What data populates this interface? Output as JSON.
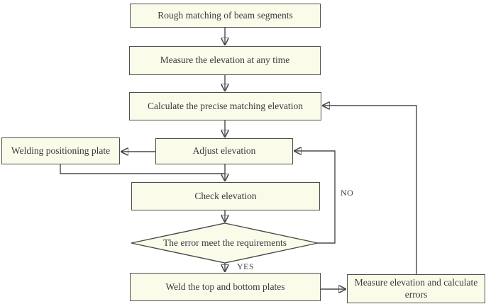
{
  "diagram": {
    "type": "flowchart",
    "title": "Beam segment matching / welding process flowchart",
    "colors": {
      "background": "#ffffff",
      "node_fill": "#fbfbe9",
      "node_border": "#4f4f4f",
      "edge_line": "#4a4a4a",
      "text": "#3a3a42"
    },
    "nodes": {
      "rough": {
        "label": "Rough matching of beam segments",
        "shape": "rect"
      },
      "measure": {
        "label": "Measure the elevation at any time",
        "shape": "rect"
      },
      "calculate": {
        "label": "Calculate the precise matching elevation",
        "shape": "rect"
      },
      "welding": {
        "label": "Welding positioning plate",
        "shape": "rect"
      },
      "adjust": {
        "label": "Adjust elevation",
        "shape": "rect"
      },
      "check": {
        "label": "Check elevation",
        "shape": "rect"
      },
      "decision": {
        "label": "The error meet the requirements",
        "shape": "diamond"
      },
      "weld": {
        "label": "Weld the top and bottom plates",
        "shape": "rect"
      },
      "measure_errors": {
        "label": "Measure elevation and calculate errors",
        "shape": "rect"
      }
    },
    "edge_labels": {
      "yes": "YES",
      "no": "NO"
    },
    "edges": [
      {
        "from": "rough",
        "to": "measure",
        "label": ""
      },
      {
        "from": "measure",
        "to": "calculate",
        "label": ""
      },
      {
        "from": "calculate",
        "to": "adjust",
        "label": ""
      },
      {
        "from": "adjust",
        "to": "welding",
        "label": ""
      },
      {
        "from": "adjust",
        "to": "check",
        "label": ""
      },
      {
        "from": "welding",
        "to": "check",
        "label": ""
      },
      {
        "from": "check",
        "to": "decision",
        "label": ""
      },
      {
        "from": "decision",
        "to": "weld",
        "label": "YES"
      },
      {
        "from": "decision",
        "to": "adjust",
        "label": "NO"
      },
      {
        "from": "weld",
        "to": "measure_errors",
        "label": ""
      },
      {
        "from": "measure_errors",
        "to": "calculate",
        "label": ""
      }
    ]
  }
}
